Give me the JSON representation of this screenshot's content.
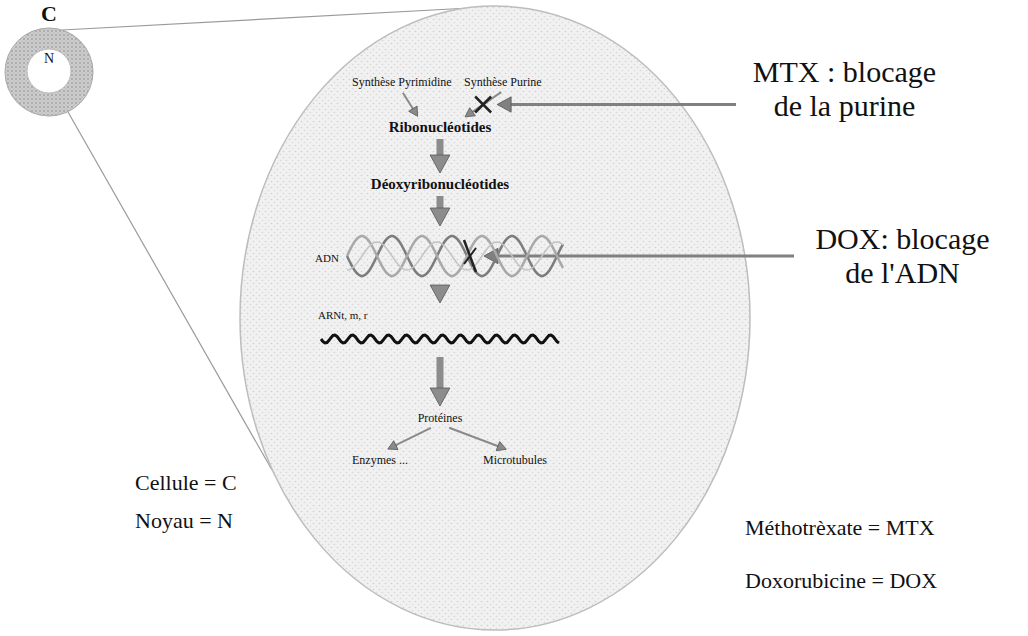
{
  "diagram": {
    "nodes": [
      {
        "text": [
          "C"
        ]
      },
      {
        "text": [
          "N"
        ],
        "in": 0
      },
      {
        "text": [
          "Synthèse Pyrimidine"
        ]
      },
      {
        "text": [
          "Synthèse Purine"
        ]
      },
      {
        "text": [
          "Ribonucléotides"
        ]
      },
      {
        "text": [
          "Déoxyribonucléotides"
        ]
      },
      {
        "text": [
          "ADN"
        ]
      },
      {
        "text": [
          "ARNt, m, r"
        ]
      },
      {
        "text": [
          "Protéines"
        ]
      },
      {
        "text": [
          "Enzymes ..."
        ]
      },
      {
        "text": [
          "Microtubules"
        ]
      }
    ],
    "edges": [
      {
        "from": 2,
        "to": 4,
        "arrow": "to"
      },
      {
        "from": 3,
        "to": 4,
        "arrow": "to"
      },
      {
        "from": 4,
        "to": 5,
        "arrow": "to"
      },
      {
        "from": 5,
        "to": 6,
        "arrow": "to"
      },
      {
        "from": 6,
        "to": 7,
        "arrow": "to"
      },
      {
        "from": 7,
        "to": 8,
        "arrow": "to"
      },
      {
        "from": 8,
        "to": 9,
        "arrow": "to"
      },
      {
        "from": 8,
        "to": 10,
        "arrow": "to"
      }
    ],
    "labels": [
      "MTX : blocage de la purine",
      "DOX: blocage de l'ADN",
      "Cellule = C",
      "Noyau = N",
      "Méthotrèxate = MTX",
      "Doxorubicine = DOX"
    ]
  }
}
